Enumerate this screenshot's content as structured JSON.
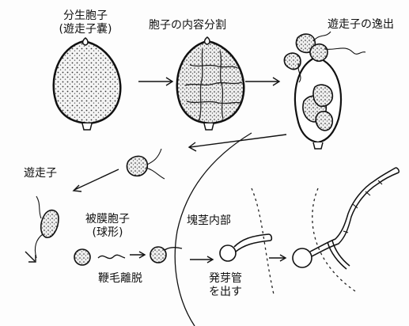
{
  "labels": {
    "sporangium_line1": "分生胞子",
    "sporangium_line2": "(遊走子嚢)",
    "internal_division": "胞子の内容分割",
    "zoospore_release": "遊走子の逸出",
    "zoospore": "遊走子",
    "encysted_line1": "被膜胞子",
    "encysted_line2": "(球形)",
    "flagella_loss": "鞭毛離脱",
    "tuber_interior": "塊茎内部",
    "germ_tube_line1": "発芽管",
    "germ_tube_line2": "を出す"
  }
}
